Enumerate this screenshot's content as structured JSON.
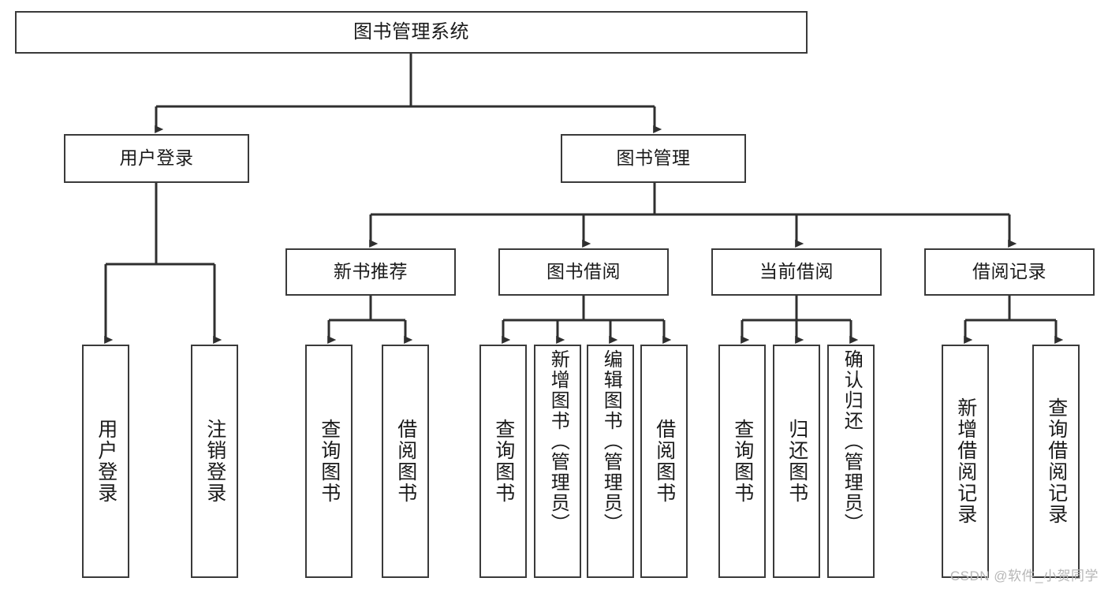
{
  "diagram": {
    "type": "tree",
    "title": "图书管理系统",
    "watermark": "CSDN @软件_小贺同学",
    "colors": {
      "node_border": "#3a3a3a",
      "node_fill": "#ffffff",
      "edge": "#2f2f2f",
      "text": "#1a1a1a",
      "watermark": "#b6b6b6",
      "background": "#ffffff"
    },
    "levels": {
      "root": [
        "图书管理系统"
      ],
      "level2": [
        "用户登录",
        "图书管理"
      ],
      "level3": [
        "新书推荐",
        "图书借阅",
        "当前借阅",
        "借阅记录"
      ],
      "leaves": [
        "用户登录",
        "注销登录",
        "查询图书",
        "借阅图书",
        "查询图书",
        "新增图书（管理员）",
        "编辑图书（管理员）",
        "借阅图书",
        "查询图书",
        "归还图书",
        "确认归还（管理员）",
        "新增借阅记录",
        "查询借阅记录"
      ]
    },
    "nodes": {
      "root": {
        "label": "图书管理系统"
      },
      "user_login": {
        "label": "用户登录"
      },
      "book_manage": {
        "label": "图书管理"
      },
      "new_book_rec": {
        "label": "新书推荐"
      },
      "book_borrow": {
        "label": "图书借阅"
      },
      "current_borrow": {
        "label": "当前借阅"
      },
      "borrow_record": {
        "label": "借阅记录"
      },
      "leaf_user_login": {
        "label": "用户登录"
      },
      "leaf_logout": {
        "label": "注销登录"
      },
      "leaf_query_book_1": {
        "label": "查询图书"
      },
      "leaf_borrow_book_1": {
        "label": "借阅图书"
      },
      "leaf_query_book_2": {
        "label": "查询图书"
      },
      "leaf_add_book": {
        "label": "新增图书（管理员）"
      },
      "leaf_edit_book": {
        "label": "编辑图书（管理员）"
      },
      "leaf_borrow_book_2": {
        "label": "借阅图书"
      },
      "leaf_query_book_3": {
        "label": "查询图书"
      },
      "leaf_return_book": {
        "label": "归还图书"
      },
      "leaf_confirm_return": {
        "label": "确认归还（管理员）"
      },
      "leaf_add_record": {
        "label": "新增借阅记录"
      },
      "leaf_query_record": {
        "label": "查询借阅记录"
      }
    },
    "edges": [
      {
        "from": "root",
        "to": "user_login"
      },
      {
        "from": "root",
        "to": "book_manage"
      },
      {
        "from": "user_login",
        "to": "leaf_user_login"
      },
      {
        "from": "user_login",
        "to": "leaf_logout"
      },
      {
        "from": "book_manage",
        "to": "new_book_rec"
      },
      {
        "from": "book_manage",
        "to": "book_borrow"
      },
      {
        "from": "book_manage",
        "to": "current_borrow"
      },
      {
        "from": "book_manage",
        "to": "borrow_record"
      },
      {
        "from": "new_book_rec",
        "to": "leaf_query_book_1"
      },
      {
        "from": "new_book_rec",
        "to": "leaf_borrow_book_1"
      },
      {
        "from": "book_borrow",
        "to": "leaf_query_book_2"
      },
      {
        "from": "book_borrow",
        "to": "leaf_add_book"
      },
      {
        "from": "book_borrow",
        "to": "leaf_edit_book"
      },
      {
        "from": "book_borrow",
        "to": "leaf_borrow_book_2"
      },
      {
        "from": "current_borrow",
        "to": "leaf_query_book_3"
      },
      {
        "from": "current_borrow",
        "to": "leaf_return_book"
      },
      {
        "from": "current_borrow",
        "to": "leaf_confirm_return"
      },
      {
        "from": "borrow_record",
        "to": "leaf_add_record"
      },
      {
        "from": "borrow_record",
        "to": "leaf_query_record"
      }
    ]
  }
}
